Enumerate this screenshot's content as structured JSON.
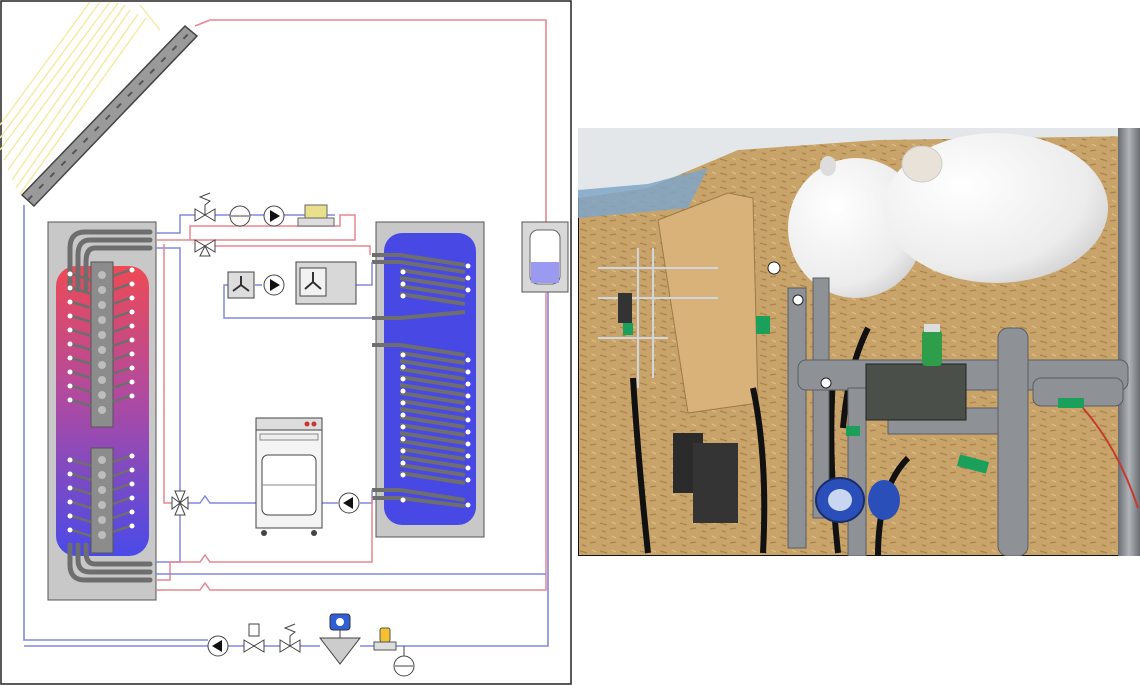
{
  "figure": {
    "schematic": {
      "tanks": [
        "stratified-storage-tank",
        "heat-pump-storage-tank"
      ],
      "components": [
        "solar-collector",
        "expansion-vessel",
        "pump",
        "valve",
        "three-way-valve",
        "flow-meter",
        "heat-meter",
        "fan-coil",
        "heat-pump-unit",
        "electric-heater"
      ]
    },
    "photo": {
      "subject": "test-rig-installation"
    }
  },
  "colors": {
    "hot_pipe": "#e8858f",
    "cold_pipe": "#8088e0",
    "tank_hot": "#e84a5a",
    "tank_cold": "#4a4ae8",
    "tank_frame": "#c8c8c8",
    "coil": "#6e6e6e",
    "osb_board": "#c9a46a",
    "vessel_white": "#f2f2f2",
    "insulation": "#8e9297"
  }
}
